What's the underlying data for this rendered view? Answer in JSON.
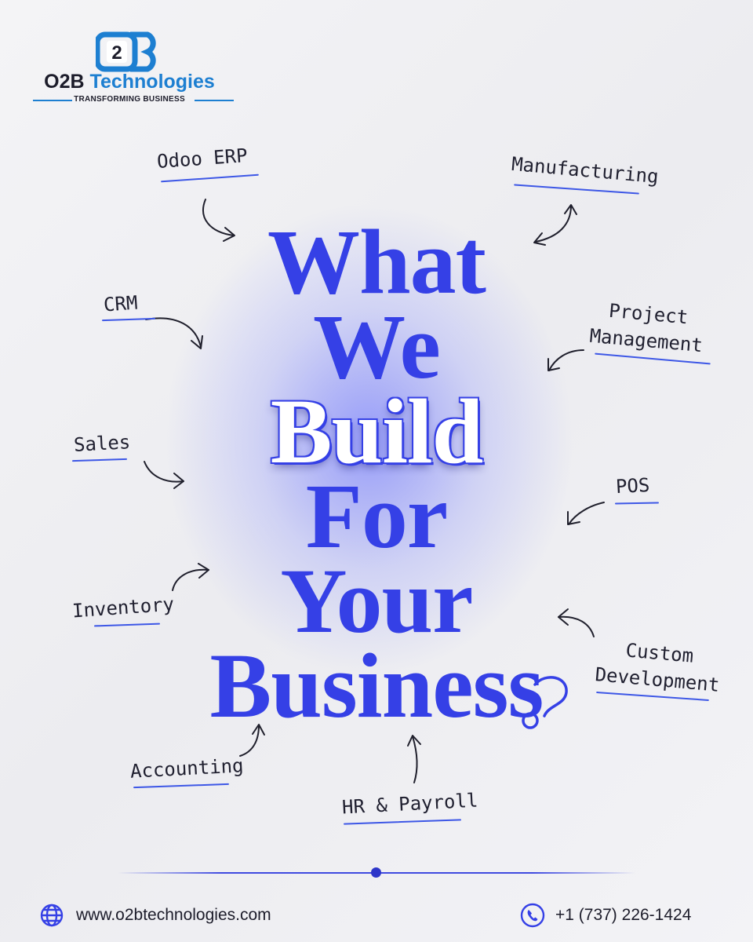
{
  "brand": {
    "mark_text": "2",
    "name_part1": "O2B",
    "name_part2": "Technologies",
    "tagline": "TRANSFORMING BUSINESS"
  },
  "headline": {
    "line1": "What",
    "line2": "We",
    "line3": "Build",
    "line4": "For",
    "line5": "Your",
    "line6": "Business"
  },
  "services": {
    "odoo_erp": "Odoo ERP",
    "manufacturing": "Manufacturing",
    "crm": "CRM",
    "project_line1": "Project",
    "project_line2": "Management",
    "sales": "Sales",
    "pos": "POS",
    "inventory": "Inventory",
    "custom_line1": "Custom",
    "custom_line2": "Development",
    "accounting": "Accounting",
    "hr_payroll": "HR & Payroll"
  },
  "footer": {
    "website": "www.o2btechnologies.com",
    "phone": "+1 (737) 226-1424",
    "website_icon": "globe-icon",
    "phone_icon": "phone-icon"
  },
  "colors": {
    "accent_blue": "#3540e6",
    "logo_blue": "#1d7fd1",
    "ink": "#1c1c2a"
  }
}
